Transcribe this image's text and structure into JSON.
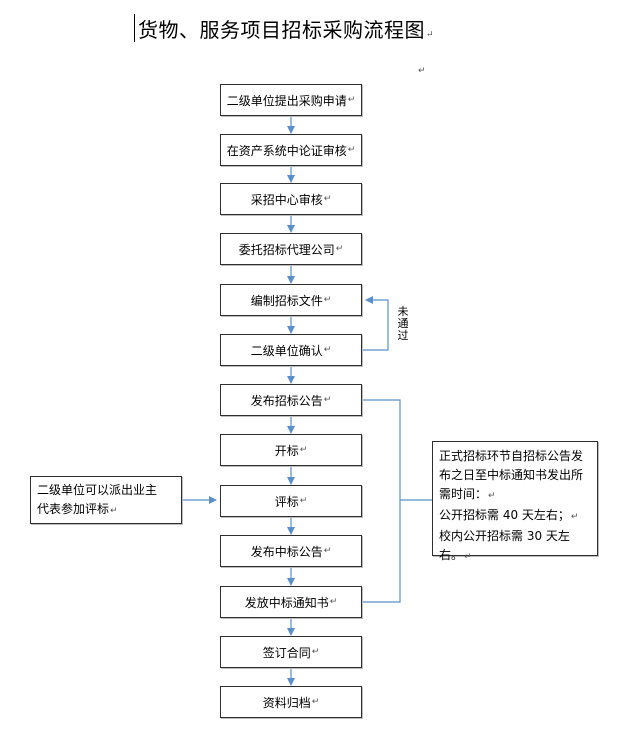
{
  "title": "货物、服务项目招标采购流程图",
  "return_mark": "↵",
  "steps": [
    "二级单位提出采购申请",
    "在资产系统中论证审核",
    "采招中心审核",
    "委托招标代理公司",
    "编制招标文件",
    "二级单位确认",
    "发布招标公告",
    "开标",
    "评标",
    "发布中标公告",
    "发放中标通知书",
    "签订合同",
    "资料归档"
  ],
  "loop_label": "未通过",
  "left_note": {
    "line1": "二级单位可以派出业主",
    "line2": "代表参加评标"
  },
  "right_note": {
    "line1": "正式招标环节自招标公告发",
    "line2": "布之日至中标通知书发出所",
    "line3": "需时间：",
    "line4": "公开招标需 40 天左右；",
    "line5": "校内公开招标需 30 天左右。"
  },
  "colors": {
    "box_border": "#2e2e2e",
    "connector": "#5b8fc7"
  }
}
